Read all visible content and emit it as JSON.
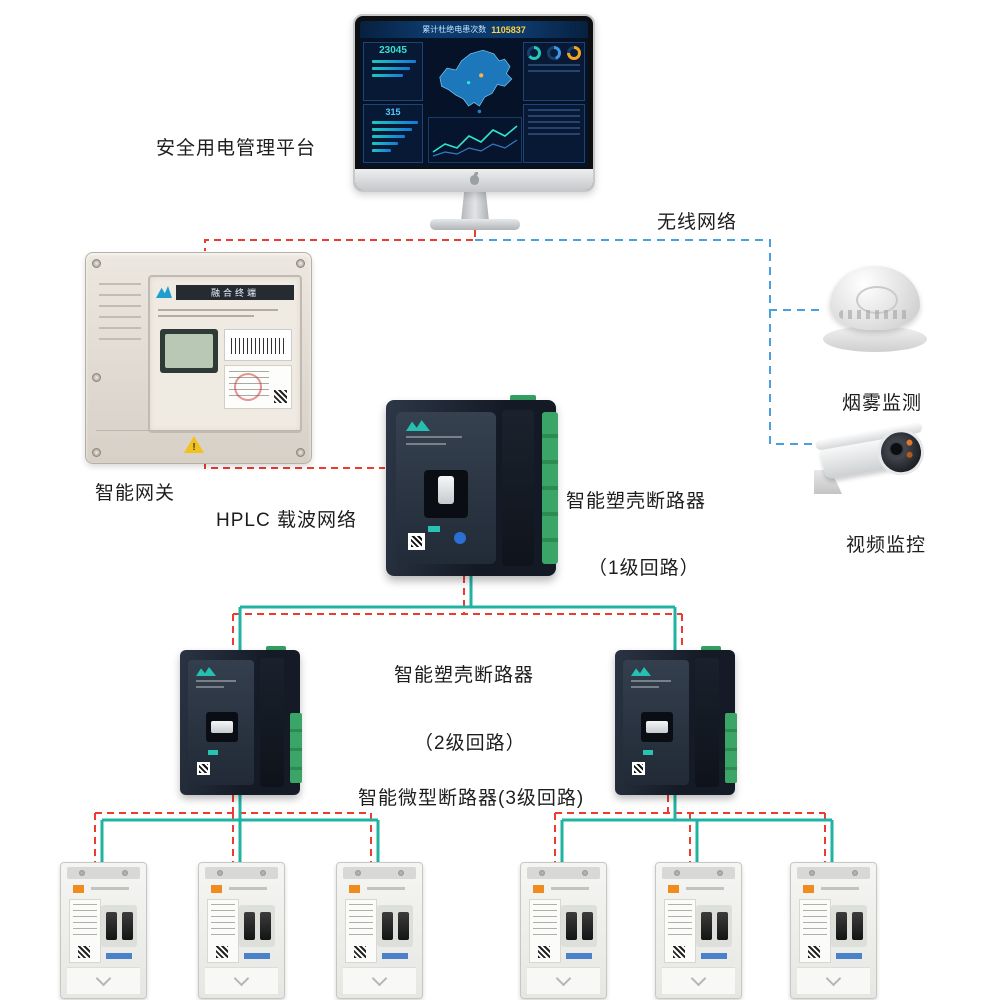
{
  "diagram": {
    "title_hint": "smart electricity safety management system architecture"
  },
  "labels": {
    "platform": "安全用电管理平台",
    "wireless_network": "无线网络",
    "gateway": "智能网关",
    "hplc_network": "HPLC 载波网络",
    "mccb_level1_title": "智能塑壳断路器",
    "mccb_level1_sub": "（1级回路）",
    "mccb_level2_title": "智能塑壳断路器",
    "mccb_level2_sub": "（2级回路）",
    "mcb_level3": "智能微型断路器(3级回路)",
    "smoke_monitor": "烟雾监测",
    "video_monitor": "视频监控"
  },
  "gateway": {
    "plate": "融合终端"
  },
  "dashboard": {
    "header_title": "累计杜绝电患次数",
    "header_value": "1105837",
    "left_stat_value": "23045",
    "left_stat2_value": "315"
  },
  "colors": {
    "line_teal": "#1fb3a2",
    "line_red": "#ec3b2f",
    "line_blue": "#4a9fdc",
    "breaker_green": "#3aa566",
    "dashboard_bg": "#061228"
  }
}
